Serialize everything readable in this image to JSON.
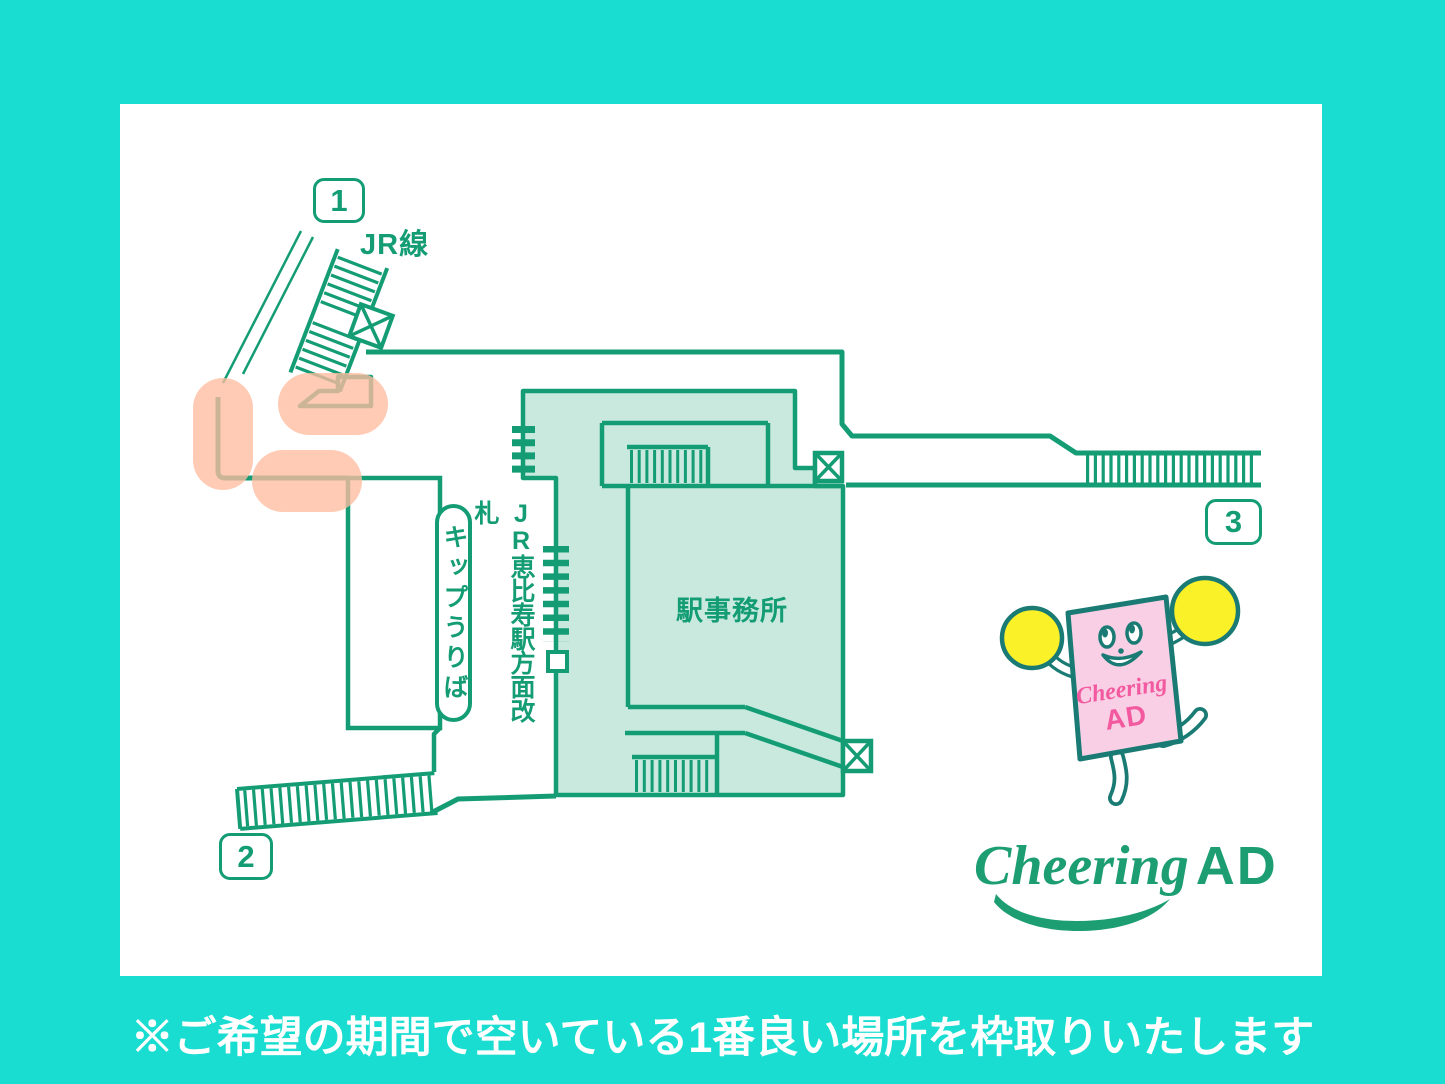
{
  "poster": {
    "markers": [
      {
        "label": "1"
      },
      {
        "label": "2"
      },
      {
        "label": "3"
      }
    ],
    "labels": {
      "jr_line": "JR線",
      "ticket_counter": "キップうりば",
      "gate": "JR恵比寿駅方面改札",
      "station_office": "駅事務所"
    },
    "mascot": {
      "card_line1": "Cheering",
      "card_line2": "AD"
    },
    "logo": {
      "script": "Cheering",
      "suffix": "AD"
    },
    "footer_note": "※ご希望の期間で空いている1番良い場所を枠取りいたします",
    "colors": {
      "background_teal": "#18ddd0",
      "map_line_green": "#149d74",
      "concourse_fill": "#c9e9df",
      "highlight_orange": "#ffbca0",
      "mascot_outline_teal": "#1a7a74",
      "mascot_card_pink": "#f8cfe5",
      "mascot_text_pink": "#f2599f",
      "pompom_yellow": "#fbf129",
      "footer_text": "#ffffff"
    }
  }
}
